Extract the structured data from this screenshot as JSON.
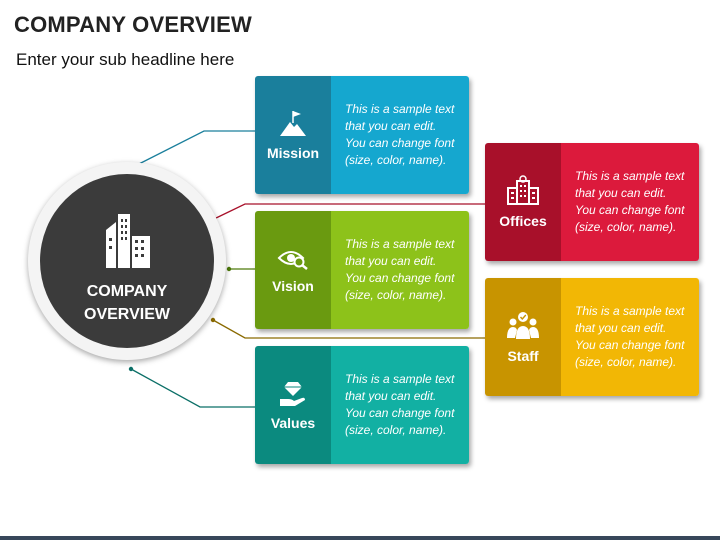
{
  "header": {
    "title": "COMPANY OVERVIEW",
    "subtitle": "Enter your sub headline here"
  },
  "center": {
    "line1": "COMPANY",
    "line2": "OVERVIEW",
    "icon": "buildings-icon"
  },
  "cards": {
    "mission": {
      "label": "Mission",
      "text": "This is a sample text that you can edit. You can change font (size, color, name).",
      "icon": "flag-mountain-icon",
      "color_dark": "#1a7f9c",
      "color_light": "#15a7cf"
    },
    "vision": {
      "label": "Vision",
      "text": "This is a sample text that you can edit. You can change font (size, color, name).",
      "icon": "eye-search-icon",
      "color_dark": "#6a9a10",
      "color_light": "#8dc21a"
    },
    "values": {
      "label": "Values",
      "text": "This is a sample text that you can edit. You can change font (size, color, name).",
      "icon": "diamond-hand-icon",
      "color_dark": "#0b8a7f",
      "color_light": "#12b0a3"
    },
    "offices": {
      "label": "Offices",
      "text": "This is a sample text that you can edit. You can change font (size, color, name).",
      "icon": "office-building-icon",
      "color_dark": "#a8102a",
      "color_light": "#dc1a3c"
    },
    "staff": {
      "label": "Staff",
      "text": "This is a sample text that you can edit. You can change font (size, color, name).",
      "icon": "team-icon",
      "color_dark": "#c89400",
      "color_light": "#f2b705"
    }
  }
}
